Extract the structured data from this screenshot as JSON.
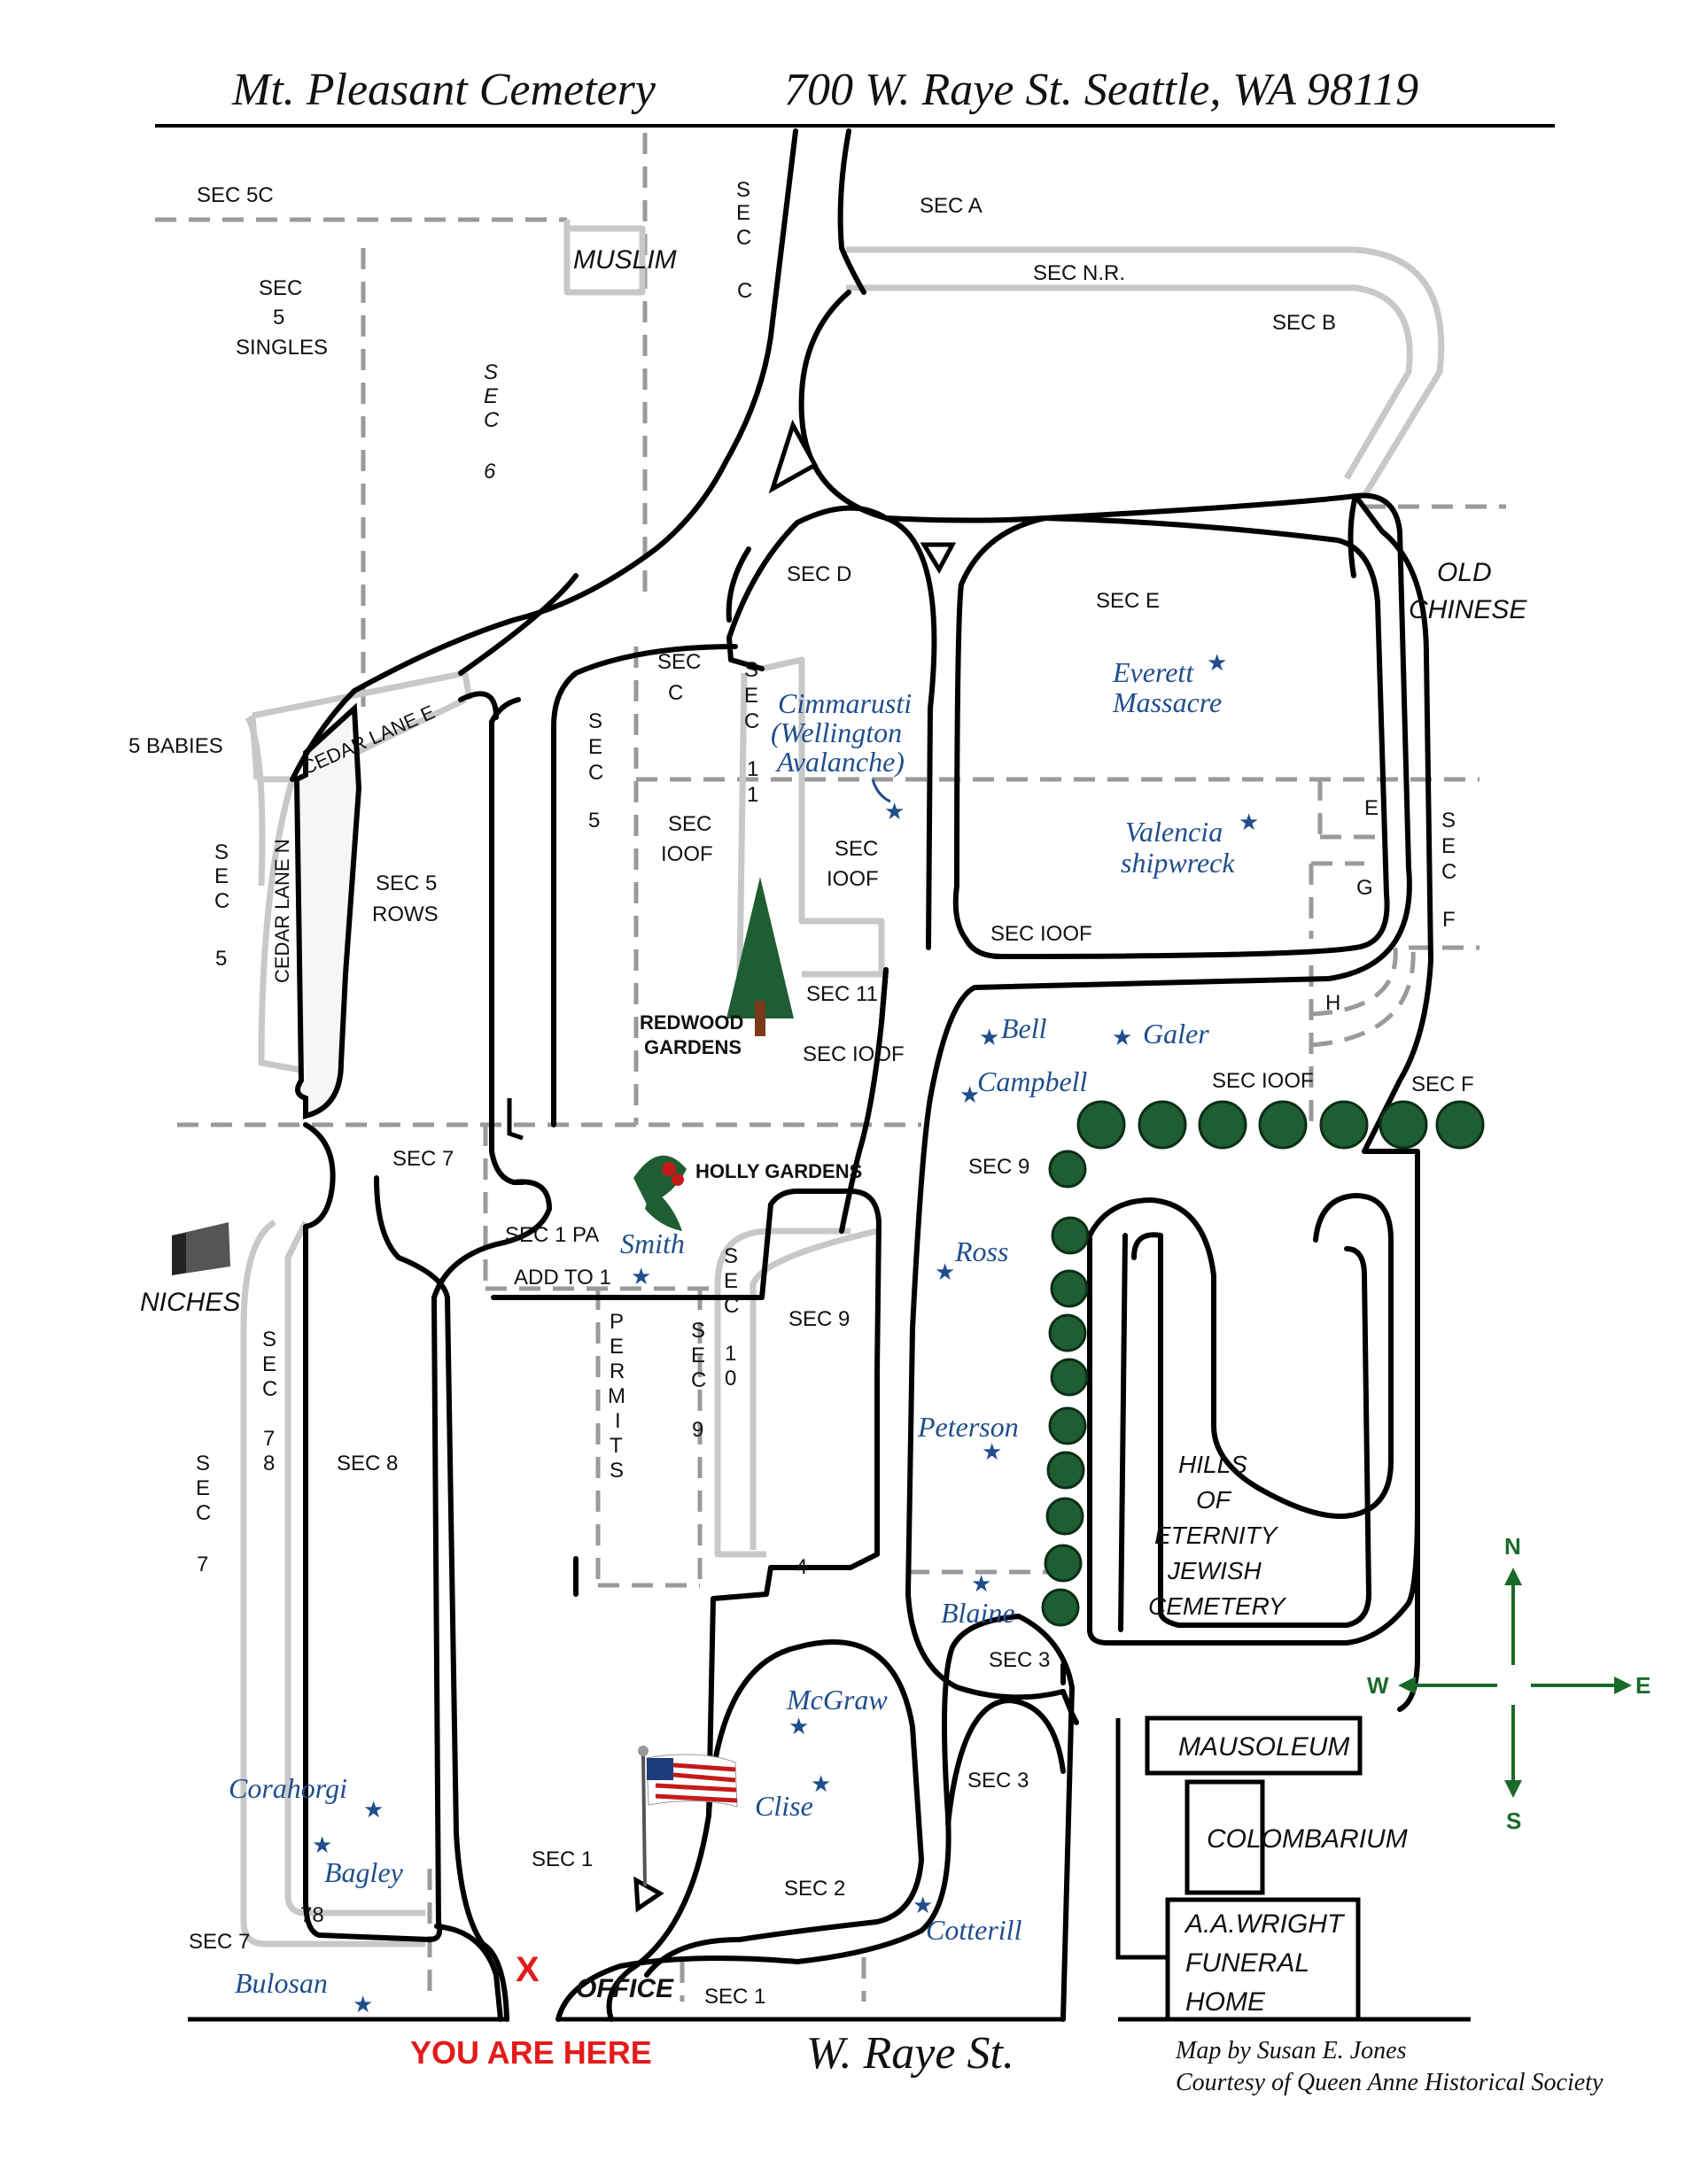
{
  "header": {
    "title": "Mt. Pleasant Cemetery",
    "address": "700 W. Raye St. Seattle, WA 98119"
  },
  "sections": {
    "sec_5c": "SEC 5C",
    "muslim": "MUSLIM",
    "sec_c_top": [
      "S",
      "E",
      "C",
      "C"
    ],
    "sec_a": "SEC  A",
    "sec_nr": "SEC N.R.",
    "sec_b": "SEC  B",
    "sec_5_singles": [
      "SEC",
      "5",
      "SINGLES"
    ],
    "sec_6": [
      "S",
      "E",
      "C",
      "6"
    ],
    "sec_d": "SEC D",
    "sec_e": "SEC  E",
    "old_chinese": [
      "OLD",
      "CHINESE"
    ],
    "sec_c_mid": [
      "SEC",
      "C"
    ],
    "sec_11_vert": [
      "S",
      "E",
      "C",
      "1",
      "1"
    ],
    "sec_5_vert": [
      "S",
      "E",
      "C",
      "5"
    ],
    "five_babies": "5 BABIES",
    "cedar_lane_e": "CEDAR LANE E",
    "cedar_lane_n": "CEDAR LANE N",
    "sec_5_left": [
      "S",
      "E",
      "C",
      "5"
    ],
    "sec_5_rows": [
      "SEC 5",
      "ROWS"
    ],
    "sec_ioof_a": [
      "SEC",
      "IOOF"
    ],
    "sec_ioof_b": [
      "SEC",
      "IOOF"
    ],
    "sec_ioof_c": "SEC IOOF",
    "sec_ioof_d": "SEC IOOF",
    "sec_ioof_e": "SEC IOOF",
    "sec_11": "SEC 11",
    "sec_e_small": "E",
    "sec_g": "G",
    "sec_h": "H",
    "sec_f_vert": [
      "S",
      "E",
      "C",
      "F"
    ],
    "sec_f": "SEC F",
    "redwood_gardens": [
      "REDWOOD",
      "GARDENS"
    ],
    "holly_gardens": "HOLLY GARDENS",
    "sec_7_top": "SEC 7",
    "sec_9_top": "SEC 9",
    "sec_1_pa": "SEC 1 PA",
    "add_to_1": "ADD TO 1",
    "niches": "NICHES",
    "sec_78_vert": [
      "S",
      "E",
      "C",
      "7",
      "8"
    ],
    "sec_7_vert": [
      "S",
      "E",
      "C",
      "7"
    ],
    "sec_8": "SEC  8",
    "permits": [
      "P",
      "E",
      "R",
      "M",
      "I",
      "T",
      "S"
    ],
    "sec_9_vert": [
      "S",
      "E",
      "C",
      "9"
    ],
    "sec_10_vert": [
      "S",
      "E",
      "C",
      "1",
      "0"
    ],
    "sec_9_mid": "SEC  9",
    "sec_4": "4",
    "hills_of_eternity": [
      "HILLS",
      "OF",
      "ETERNITY",
      "JEWISH",
      "CEMETERY"
    ],
    "sec_3_a": "SEC 3",
    "sec_3_b": "SEC 3",
    "sec_1_a": "SEC 1",
    "sec_1_b": "SEC 1",
    "sec_2": "SEC 2",
    "sec_7_bottom": "SEC 7",
    "sec_78": "78",
    "office": "OFFICE",
    "mausoleum": "MAUSOLEUM",
    "colombarium": "COLOMBARIUM",
    "funeral_home": [
      "A.A.WRIGHT",
      "FUNERAL",
      "HOME"
    ]
  },
  "landmarks": {
    "cimmarusti": [
      "Cimmarusti",
      "(Wellington",
      "Avalanche)"
    ],
    "everett": [
      "Everett",
      "Massacre"
    ],
    "valencia": [
      "Valencia",
      "shipwreck"
    ],
    "bell": "Bell",
    "galer": "Galer",
    "campbell": "Campbell",
    "smith": "Smith",
    "ross": "Ross",
    "peterson": "Peterson",
    "blaine": "Blaine",
    "mcgraw": "McGraw",
    "clise": "Clise",
    "cotterill": "Cotterill",
    "corahorgi": "Corahorgi",
    "bagley": "Bagley",
    "bulosan": "Bulosan"
  },
  "you_are_here": {
    "marker": "X",
    "label": "YOU ARE HERE"
  },
  "street": "W. Raye St.",
  "compass": {
    "n": "N",
    "s": "S",
    "e": "E",
    "w": "W"
  },
  "credits": {
    "line1": "Map by Susan E. Jones",
    "line2": "Courtesy of Queen Anne Historical Society"
  },
  "colors": {
    "road": "#000000",
    "path_gray": "#c8c8c8",
    "dashed_boundary": "#9a9a9a",
    "landmark_text": "#1f4e8c",
    "star": "#1f4e8c",
    "you_are_here": "#e21b1b",
    "compass": "#1a6a2a",
    "trees": "#1f5d32"
  }
}
